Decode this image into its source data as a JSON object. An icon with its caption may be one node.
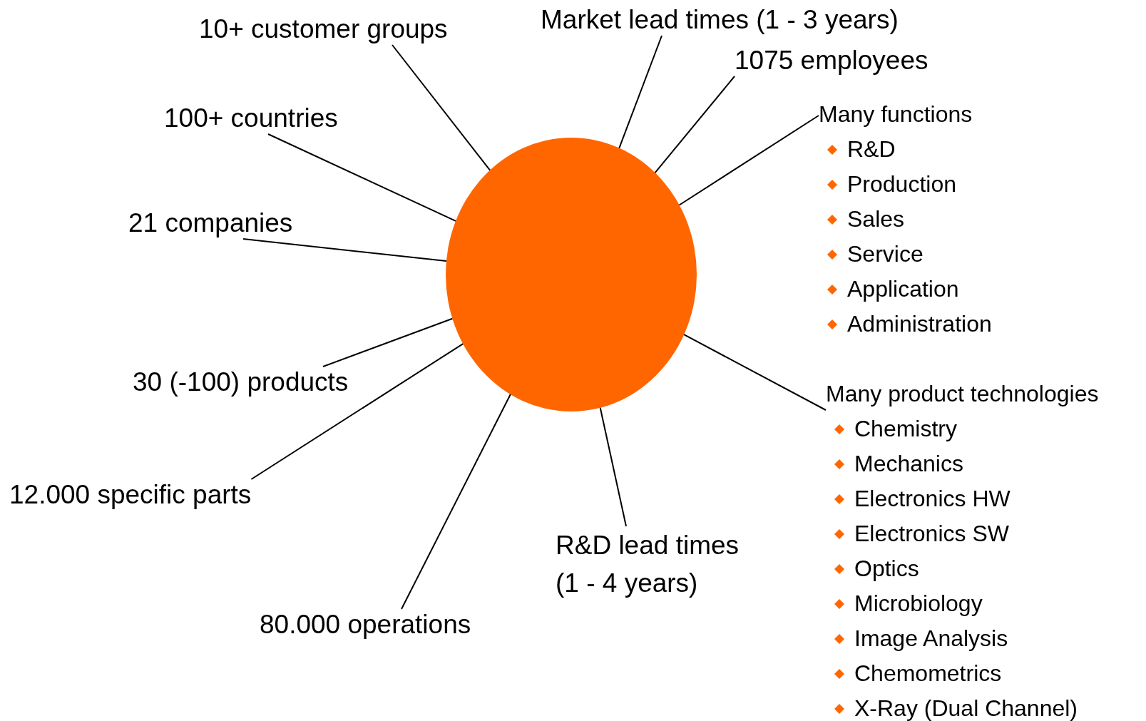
{
  "diagram": {
    "nodes": [
      {
        "text": [],
        "shape": "circle"
      },
      {
        "text": [
          "Market lead times (1 - 3 years)"
        ]
      },
      {
        "text": [
          "10+ customer groups"
        ]
      },
      {
        "text": [
          "1075 employees"
        ]
      },
      {
        "text": [
          "Many functions",
          "R&D",
          "Production",
          "Sales",
          "Service",
          "Application",
          "Administration"
        ]
      },
      {
        "text": [
          "100+ countries"
        ]
      },
      {
        "text": [
          "21 companies"
        ]
      },
      {
        "text": [
          "30 (-100) products"
        ]
      },
      {
        "text": [
          "Many product technologies",
          "Chemistry",
          "Mechanics",
          "Electronics HW",
          "Electronics SW",
          "Optics",
          "Microbiology",
          "Image Analysis",
          "Chemometrics",
          "X-Ray (Dual Channel)"
        ]
      },
      {
        "text": [
          "12.000 specific parts"
        ]
      },
      {
        "text": [
          "R&D lead times (1 - 4 years)"
        ]
      },
      {
        "text": [
          "80.000 operations"
        ]
      }
    ],
    "edges": [
      {
        "from": 1,
        "to": 0,
        "arrow": "none"
      },
      {
        "from": 2,
        "to": 0,
        "arrow": "none"
      },
      {
        "from": 3,
        "to": 0,
        "arrow": "none"
      },
      {
        "from": 4,
        "to": 0,
        "arrow": "none"
      },
      {
        "from": 5,
        "to": 0,
        "arrow": "none"
      },
      {
        "from": 6,
        "to": 0,
        "arrow": "none"
      },
      {
        "from": 7,
        "to": 0,
        "arrow": "none"
      },
      {
        "from": 8,
        "to": 0,
        "arrow": "none"
      },
      {
        "from": 9,
        "to": 0,
        "arrow": "none"
      },
      {
        "from": 10,
        "to": 0,
        "arrow": "none"
      },
      {
        "from": 11,
        "to": 0,
        "arrow": "none"
      }
    ]
  }
}
